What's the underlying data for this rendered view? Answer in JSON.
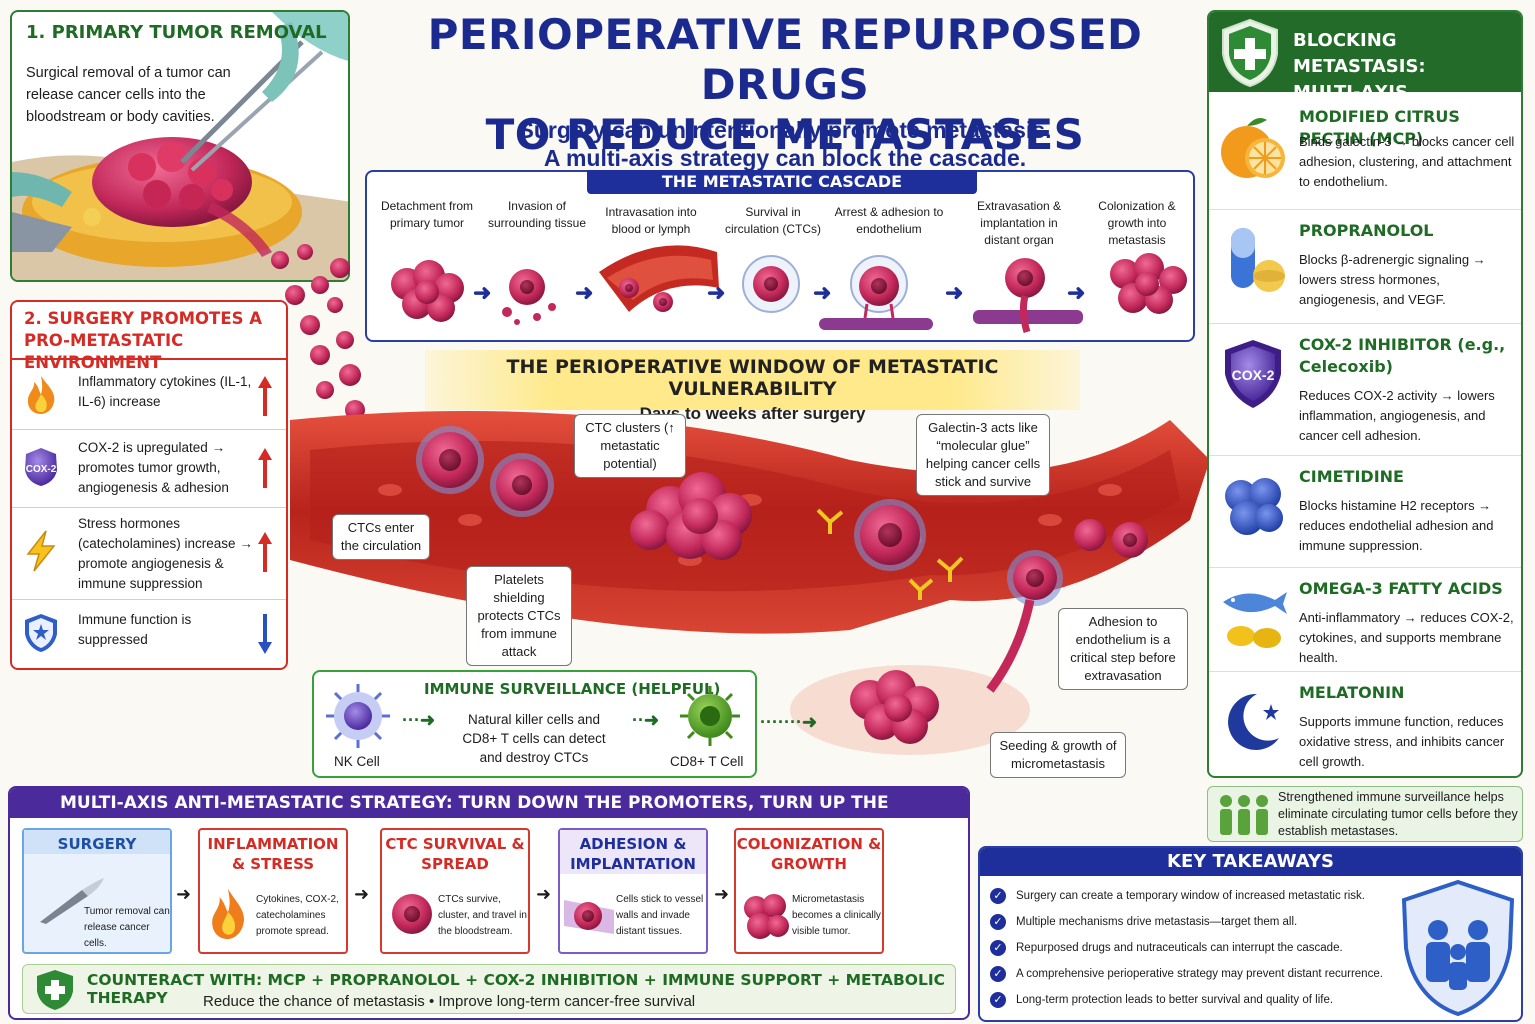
{
  "title_line1": "PERIOPERATIVE REPURPOSED DRUGS",
  "title_line2": "TO REDUCE METASTASES",
  "subtitle_line1": "Surgery can unintentionally promote metastasis.",
  "subtitle_line2": "A multi-axis strategy can block the cascade.",
  "panel1": {
    "heading": "1.  PRIMARY TUMOR REMOVAL",
    "text": "Surgical removal of a tumor can release cancer cells into the bloodstream or body cavities."
  },
  "panel2": {
    "heading": "2.  SURGERY PROMOTES A PRO-METASTATIC ENVIRONMENT",
    "rows": [
      {
        "icon": "flame-icon",
        "text": "Inflammatory cytokines (IL-1, IL-6) increase",
        "trend": "up"
      },
      {
        "icon": "cox2-shield-icon",
        "icon_label": "COX-2",
        "text": "COX-2 is upregulated → promotes tumor growth, angiogenesis & adhesion",
        "trend": "up"
      },
      {
        "icon": "lightning-icon",
        "text": "Stress hormones (catecholamines) increase → promote angiogenesis & immune suppression",
        "trend": "up"
      },
      {
        "icon": "shield-icon",
        "text": "Immune function is suppressed",
        "trend": "down"
      }
    ]
  },
  "cascade": {
    "heading": "THE METASTATIC CASCADE",
    "steps": [
      "Detachment from primary tumor",
      "Invasion of surrounding tissue",
      "Intravasation into blood or lymph",
      "Survival in circulation (CTCs)",
      "Arrest & adhesion to endothelium",
      "Extravasation & implantation in distant organ",
      "Colonization & growth into metastasis"
    ]
  },
  "window": {
    "heading": "THE PERIOPERATIVE WINDOW OF METASTATIC VULNERABILITY",
    "sub": "Days to weeks after surgery"
  },
  "callouts": {
    "ctc_enter": "CTCs enter the circulation",
    "ctc_clusters": "CTC clusters (↑ metastatic potential)",
    "galectin": "Galectin-3 acts like “molecular glue” helping cancer cells stick and survive",
    "platelets": "Platelets shielding protects CTCs from immune attack",
    "adhesion": "Adhesion to endothelium is a critical step before extravasation",
    "seeding": "Seeding & growth of micrometastasis"
  },
  "immune": {
    "heading": "IMMUNE SURVEILLANCE (HELPFUL)",
    "text": "Natural killer cells and CD8+ T cells can detect and destroy CTCs",
    "nk_label": "NK Cell",
    "cd8_label": "CD8+ T Cell"
  },
  "right": {
    "heading_line1": "BLOCKING METASTASIS:",
    "heading_line2": "MULTI-AXIS PROTECTION",
    "drugs": [
      {
        "name": "MODIFIED CITRUS PECTIN (MCP)",
        "desc": "Binds galectin-3 → blocks cancer cell adhesion, clustering, and attachment to endothelium.",
        "icon": "orange-icon"
      },
      {
        "name": "PROPRANOLOL",
        "desc": "Blocks β-adrenergic signaling → lowers stress hormones, angiogenesis, and VEGF.",
        "icon": "pill-icon"
      },
      {
        "name": "COX-2 INHIBITOR (e.g., Celecoxib)",
        "desc": "Reduces COX-2 activity → lowers inflammation, angiogenesis, and cancer cell adhesion.",
        "icon": "cox2-shield-icon",
        "icon_label": "COX-2"
      },
      {
        "name": "CIMETIDINE",
        "desc": "Blocks histamine H2 receptors → reduces endothelial adhesion and immune suppression.",
        "icon": "cell-cluster-icon"
      },
      {
        "name": "OMEGA-3 FATTY ACIDS",
        "desc": "Anti-inflammatory → reduces COX-2, cytokines, and supports membrane health.",
        "icon": "fish-icon"
      },
      {
        "name": "MELATONIN",
        "desc": "Supports immune function, reduces oxidative stress, and inhibits cancer cell growth.",
        "icon": "moon-icon"
      }
    ],
    "note": "Strengthened immune surveillance helps eliminate circulating tumor cells before they establish metastases."
  },
  "takeaways": {
    "heading": "KEY TAKEAWAYS",
    "items": [
      "Surgery can create a temporary window of increased metastatic risk.",
      "Multiple mechanisms drive metastasis—target them all.",
      "Repurposed drugs and nutraceuticals can interrupt the cascade.",
      "A comprehensive perioperative strategy may prevent distant recurrence.",
      "Long-term protection leads to better survival and quality of life."
    ]
  },
  "strategy": {
    "heading": "MULTI-AXIS ANTI-METASTATIC STRATEGY: TURN DOWN THE PROMOTERS, TURN UP THE PROTECTORS",
    "boxes": [
      {
        "title": "SURGERY",
        "text": "Tumor removal can release cancer cells.",
        "icon": "scalpel-icon"
      },
      {
        "title": "INFLAMMATION & STRESS",
        "text": "Cytokines, COX-2, catecholamines promote spread.",
        "icon": "flame-icon"
      },
      {
        "title": "CTC SURVIVAL & SPREAD",
        "text": "CTCs survive, cluster, and travel in the bloodstream.",
        "icon": "ctc-icon"
      },
      {
        "title": "ADHESION & IMPLANTATION",
        "text": "Cells stick to vessel walls and invade distant tissues.",
        "icon": "vessel-icon"
      },
      {
        "title": "COLONIZATION & GROWTH",
        "text": "Micrometastasis becomes a clinically visible tumor.",
        "icon": "tumor-icon"
      }
    ],
    "counter_line1": "COUNTERACT WITH:   MCP  +  PROPRANOLOL  +  COX-2 INHIBITION  +  IMMUNE SUPPORT  +  METABOLIC THERAPY",
    "counter_line2": "Reduce the chance of metastasis   •   Improve long-term cancer-free survival"
  },
  "colors": {
    "navy": "#1b2a8f",
    "green": "#236b28",
    "red": "#d52b25",
    "purple": "#4b2a9c",
    "cell": "#c2285a"
  }
}
